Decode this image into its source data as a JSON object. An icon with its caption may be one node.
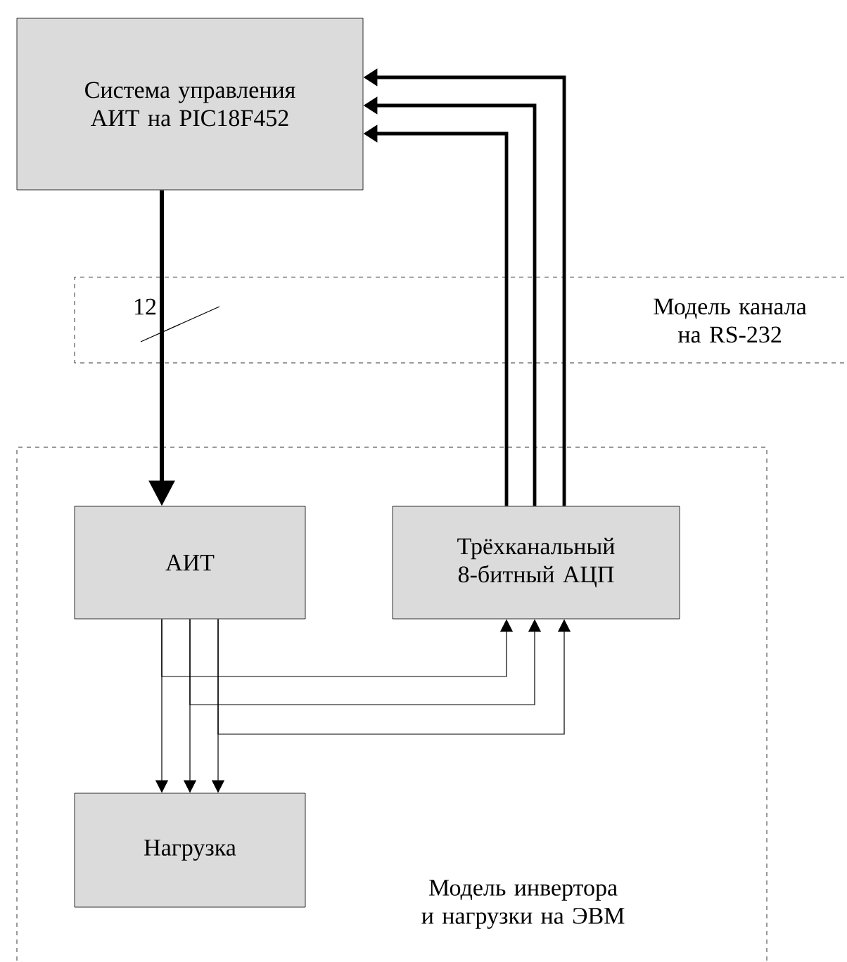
{
  "diagram": {
    "nodes": [
      {
        "text": [
          "Система управления АИТ на PIC18F452"
        ]
      },
      {
        "text": [
          "Модель инвертора и нагрузки на ЭВМ"
        ]
      },
      {
        "text": [
          "АИТ"
        ],
        "in": 1
      },
      {
        "text": [
          "Трёхканальный 8-битный АЦП"
        ],
        "in": 1
      },
      {
        "text": [
          "Нагрузка"
        ],
        "in": 1
      }
    ],
    "edges": [
      {
        "from": 0,
        "to": 2,
        "arrow": "to",
        "style": "thick",
        "label": "12"
      },
      {
        "from": 3,
        "to": 0,
        "arrow": "to",
        "style": "thick"
      },
      {
        "from": 3,
        "to": 0,
        "arrow": "to",
        "style": "thick"
      },
      {
        "from": 3,
        "to": 0,
        "arrow": "to",
        "style": "thick"
      },
      {
        "from": 2,
        "to": 4,
        "arrow": "to"
      },
      {
        "from": 2,
        "to": 4,
        "arrow": "to"
      },
      {
        "from": 2,
        "to": 4,
        "arrow": "to"
      },
      {
        "from": 2,
        "to": 3,
        "arrow": "to"
      },
      {
        "from": 2,
        "to": 3,
        "arrow": "to"
      },
      {
        "from": 2,
        "to": 3,
        "arrow": "to"
      }
    ],
    "labels": [
      "Модель канала на RS-232"
    ]
  }
}
